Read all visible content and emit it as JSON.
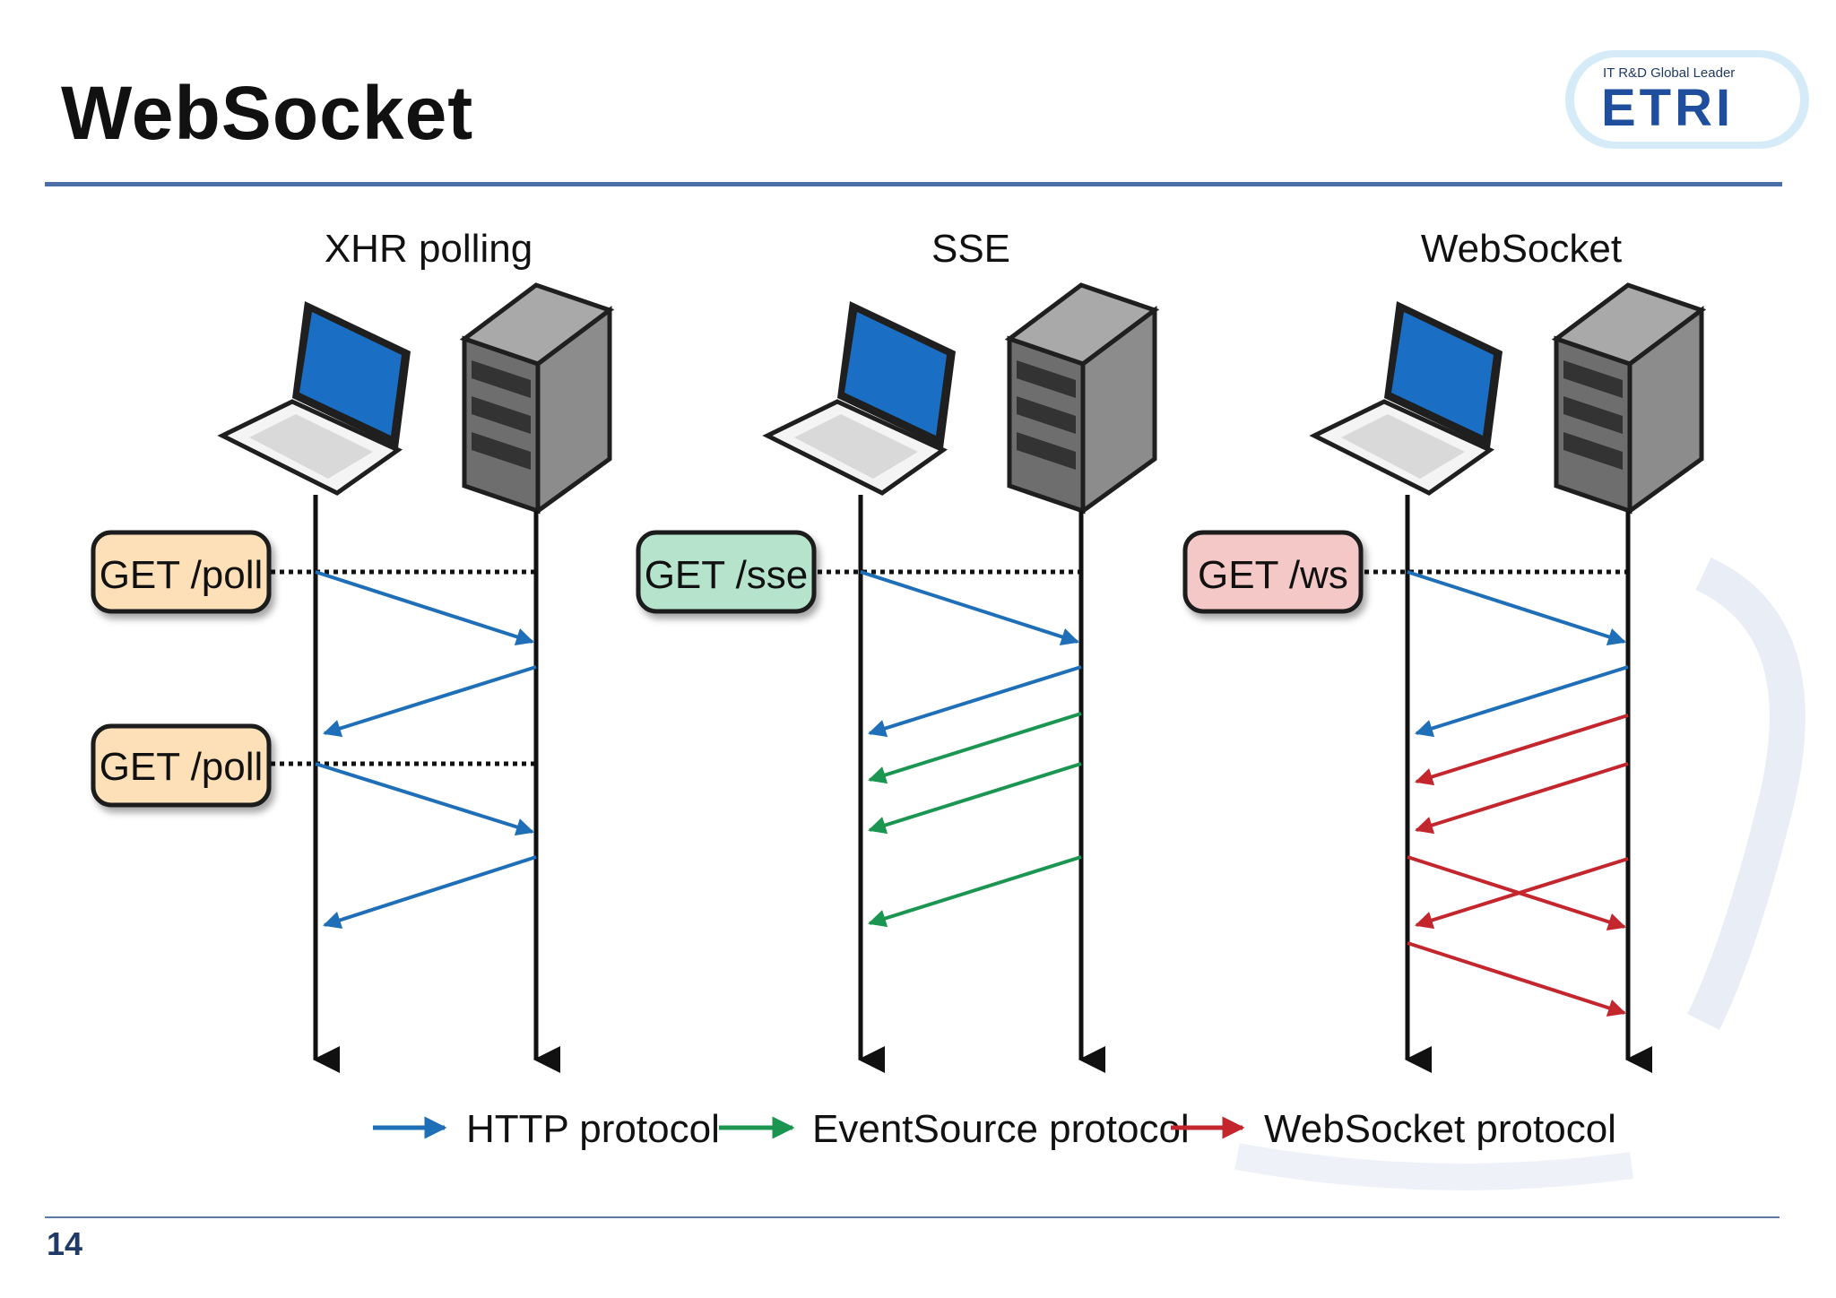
{
  "slide": {
    "title": "WebSocket",
    "page_number": "14"
  },
  "logo": {
    "tagline": "IT R&D Global Leader",
    "name": "ETRI"
  },
  "columns": [
    {
      "title": "XHR polling",
      "requests": [
        "GET /poll",
        "GET /poll"
      ],
      "request_color": "#fde0b8"
    },
    {
      "title": "SSE",
      "requests": [
        "GET /sse"
      ],
      "request_color": "#b5e3cc"
    },
    {
      "title": "WebSocket",
      "requests": [
        "GET /ws"
      ],
      "request_color": "#f5c8c8"
    }
  ],
  "legend": [
    {
      "label": "HTTP protocol",
      "color": "#1f6fb8"
    },
    {
      "label": "EventSource protocol",
      "color": "#1a9650"
    },
    {
      "label": "WebSocket protocol",
      "color": "#c4262e"
    }
  ]
}
